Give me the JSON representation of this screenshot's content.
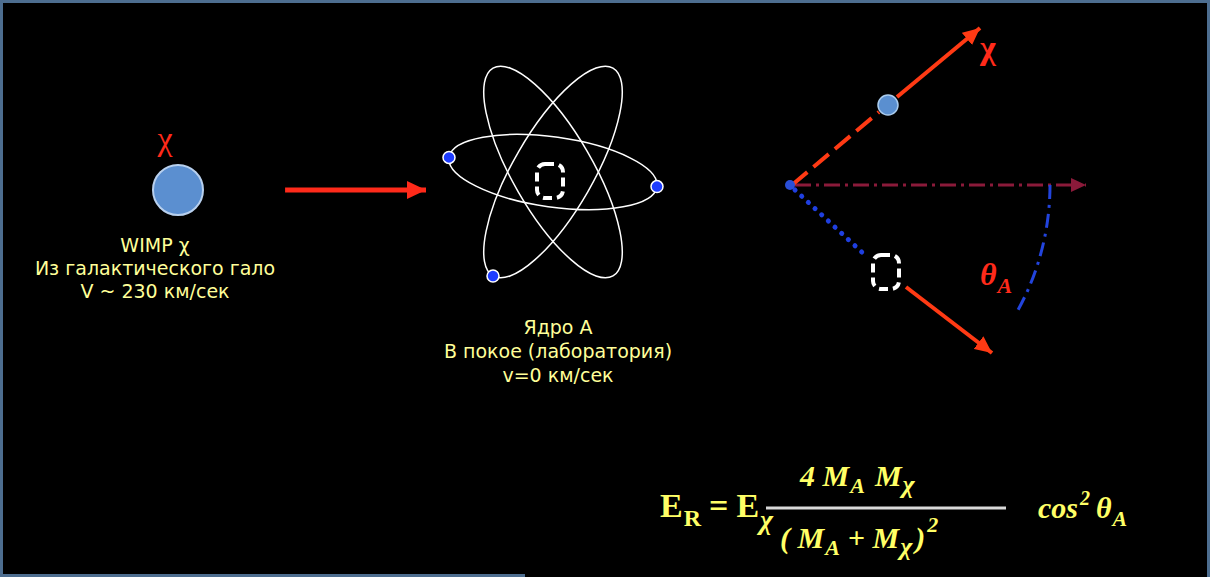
{
  "diagram": {
    "nodes": [
      {
        "text": [
          "χ",
          "WIMP χ",
          "Из галактического гало",
          "V ~ 230 км/сек"
        ]
      },
      {
        "text": [
          "Ядро A",
          "В покое (лаборатория)",
          "v=0 км/сек"
        ]
      }
    ],
    "edges": [
      {
        "from": 0,
        "to": 1,
        "arrow": "to"
      }
    ],
    "labels": [
      "χ",
      "θ",
      "A",
      "E",
      "R",
      "=",
      "E",
      "χ",
      "4 M",
      "A",
      "M",
      "χ",
      "( M",
      "A",
      "+ M",
      "χ",
      ")",
      "2",
      "cos",
      "2",
      "θ",
      "A"
    ]
  }
}
